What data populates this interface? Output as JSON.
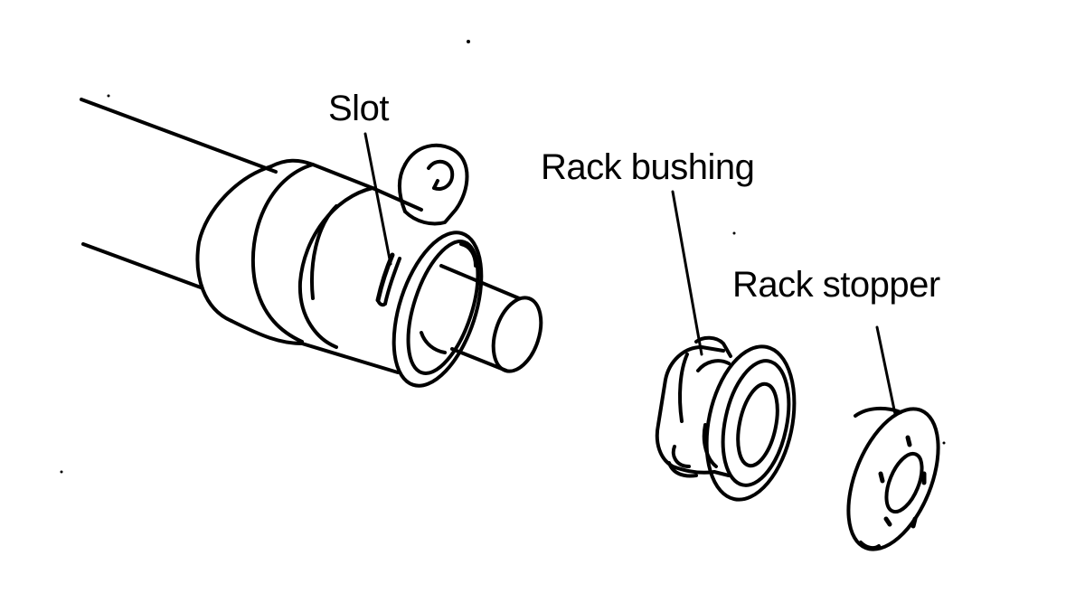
{
  "labels": {
    "slot": "Slot",
    "rack_bushing": "Rack bushing",
    "rack_stopper": "Rack stopper"
  },
  "colors": {
    "ink": "#000000",
    "paper": "#ffffff"
  }
}
